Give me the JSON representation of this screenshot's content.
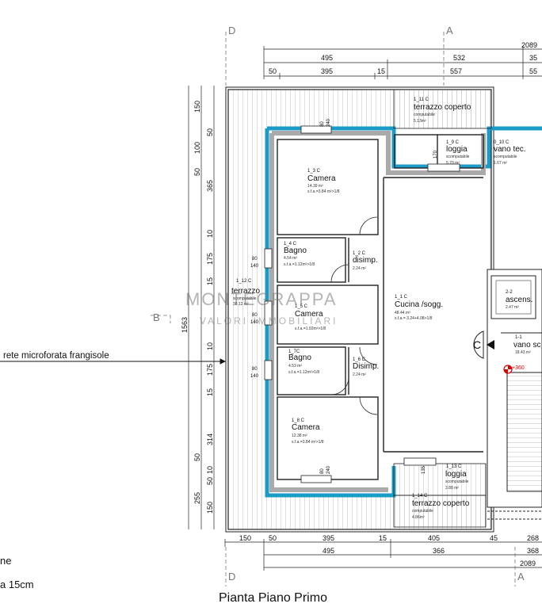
{
  "plan": {
    "title": "Pianta Piano Primo",
    "annotation": "rete microforata frangisole",
    "legend_lines": [
      "ne",
      "a 15cm"
    ],
    "watermark": {
      "line1": "MONTEGRAPPA",
      "line2": "VALORI IMMOBILIARI"
    },
    "section_markers": {
      "D_top": "D",
      "A_top": "A",
      "B": "B",
      "C": "C",
      "D_bottom": "D",
      "A_bottom": "A"
    },
    "dims_top": [
      "2089",
      "495",
      "532",
      "35",
      "50",
      "395",
      "15",
      "557",
      "55"
    ],
    "dims_left": [
      "150",
      "50",
      "100",
      "50",
      "365",
      "10",
      "175",
      "15",
      "1563",
      "10",
      "175",
      "15",
      "314",
      "50",
      "10",
      "50",
      "255",
      "150"
    ],
    "dims_bottom": [
      "150",
      "50",
      "395",
      "15",
      "405",
      "45",
      "268",
      "495",
      "366",
      "368",
      "2089"
    ],
    "window_dims": [
      "80",
      "140",
      "80",
      "140",
      "80",
      "140",
      "80",
      "240",
      "80",
      "240"
    ],
    "rooms": [
      {
        "code": "1_3 C",
        "name": "Camera",
        "area": "14.39 m²",
        "sfa": "s.f.a.=3.84 m²>1/8"
      },
      {
        "code": "1_4 C",
        "name": "Bagno",
        "area": "4.54 m²",
        "sfa": "s.f.a.=1.12m²>1/8"
      },
      {
        "code": "1_2 C",
        "name": "disimp.",
        "area": "2.24 m²",
        "sfa": ""
      },
      {
        "code": "1_5 C",
        "name": "Camera",
        "area": "",
        "sfa": "s.f.a.=1.92m²>1/8"
      },
      {
        "code": "1_7C",
        "name": "Bagno",
        "area": "4.53 m²",
        "sfa": "s.f.a.=1.12m²>1/8"
      },
      {
        "code": "1_6 C",
        "name": "Disimp.",
        "area": "2.24 m²",
        "sfa": ""
      },
      {
        "code": "1_8 C",
        "name": "Camera",
        "area": "12.38 m²",
        "sfa": "s.f.a.=3.84 m²>1/8"
      },
      {
        "code": "1_1 C",
        "name": "Cucina /sogg.",
        "area": "48.44 m²",
        "sfa": "s.f.a.= 3.24+4.08>1/8"
      },
      {
        "code": "1_11 C",
        "name": "terrazzo coperto",
        "area": "5.13m²",
        "sfa": "computabile"
      },
      {
        "code": "1_9 C",
        "name": "loggia",
        "area": "5.70 m²",
        "sfa": "scomputabile"
      },
      {
        "code": "0_10 C",
        "name": "vano tec.",
        "area": "1.67 m²",
        "sfa": "scomputabile"
      },
      {
        "code": "1_12 C",
        "name": "terrazzo",
        "area": "38.12 m²",
        "sfa": "scomputabile"
      },
      {
        "code": "2-2",
        "name": "ascens.",
        "area": "2.47 m²",
        "sfa": ""
      },
      {
        "code": "1-1",
        "name": "vano sc",
        "area": "18.43 m²",
        "sfa": ""
      },
      {
        "code": "1_13 C",
        "name": "loggia",
        "area": "3.88 m²",
        "sfa": "scomputabile"
      },
      {
        "code": "1_14 C",
        "name": "terrazzo coperto",
        "area": "4.86m²",
        "sfa": "computabile"
      }
    ],
    "level_mark": "+360",
    "sill_heights": [
      "170",
      "135"
    ]
  }
}
